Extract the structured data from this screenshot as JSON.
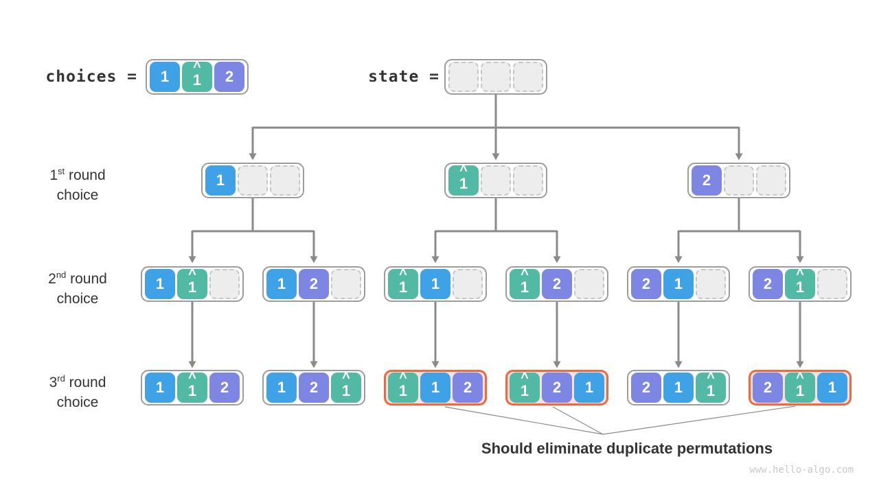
{
  "palette": {
    "blue": "#3fa2e6",
    "teal": "#52b9a4",
    "purple": "#7d86e2",
    "orange": "#f2683c",
    "orange-bg": "#fbe0dc",
    "border-gray": "#9c9c9c",
    "arrow-gray": "#8a8a8a",
    "empty-fill": "#ededed",
    "empty-border": "#c6c6c6",
    "text-dark": "#333333",
    "watermark": "#c9c9c9"
  },
  "glyphs": {
    "hat": "^"
  },
  "header": {
    "choices_label": "choices =",
    "state_label": "state ="
  },
  "choices_array": {
    "cells": [
      {
        "value": "1",
        "color": "blue"
      },
      {
        "value": "1",
        "color": "teal",
        "hat": true
      },
      {
        "value": "2",
        "color": "purple"
      }
    ]
  },
  "state_array": {
    "cells": [
      {
        "color": "empty"
      },
      {
        "color": "empty"
      },
      {
        "color": "empty"
      }
    ]
  },
  "rounds": [
    {
      "ordinal": "1",
      "suffix": "st",
      "rest": " round",
      "line2": "choice"
    },
    {
      "ordinal": "2",
      "suffix": "nd",
      "rest": " round",
      "line2": "choice"
    },
    {
      "ordinal": "3",
      "suffix": "rd",
      "rest": " round",
      "line2": "choice"
    }
  ],
  "tree": {
    "round1": [
      {
        "cells": [
          {
            "value": "1",
            "color": "blue"
          },
          {
            "color": "empty"
          },
          {
            "color": "empty"
          }
        ]
      },
      {
        "cells": [
          {
            "value": "1",
            "color": "teal",
            "hat": true
          },
          {
            "color": "empty"
          },
          {
            "color": "empty"
          }
        ]
      },
      {
        "cells": [
          {
            "value": "2",
            "color": "purple"
          },
          {
            "color": "empty"
          },
          {
            "color": "empty"
          }
        ]
      }
    ],
    "round2": [
      {
        "cells": [
          {
            "value": "1",
            "color": "blue"
          },
          {
            "value": "1",
            "color": "teal",
            "hat": true
          },
          {
            "color": "empty"
          }
        ]
      },
      {
        "cells": [
          {
            "value": "1",
            "color": "blue"
          },
          {
            "value": "2",
            "color": "purple"
          },
          {
            "color": "empty"
          }
        ]
      },
      {
        "cells": [
          {
            "value": "1",
            "color": "teal",
            "hat": true
          },
          {
            "value": "1",
            "color": "blue"
          },
          {
            "color": "empty"
          }
        ]
      },
      {
        "cells": [
          {
            "value": "1",
            "color": "teal",
            "hat": true
          },
          {
            "value": "2",
            "color": "purple"
          },
          {
            "color": "empty"
          }
        ]
      },
      {
        "cells": [
          {
            "value": "2",
            "color": "purple"
          },
          {
            "value": "1",
            "color": "blue"
          },
          {
            "color": "empty"
          }
        ]
      },
      {
        "cells": [
          {
            "value": "2",
            "color": "purple"
          },
          {
            "value": "1",
            "color": "teal",
            "hat": true
          },
          {
            "color": "empty"
          }
        ]
      }
    ],
    "round3": [
      {
        "duplicate": false,
        "cells": [
          {
            "value": "1",
            "color": "blue"
          },
          {
            "value": "1",
            "color": "teal",
            "hat": true
          },
          {
            "value": "2",
            "color": "purple"
          }
        ]
      },
      {
        "duplicate": false,
        "cells": [
          {
            "value": "1",
            "color": "blue"
          },
          {
            "value": "2",
            "color": "purple"
          },
          {
            "value": "1",
            "color": "teal",
            "hat": true
          }
        ]
      },
      {
        "duplicate": true,
        "cells": [
          {
            "value": "1",
            "color": "teal",
            "hat": true
          },
          {
            "value": "1",
            "color": "blue"
          },
          {
            "value": "2",
            "color": "purple"
          }
        ]
      },
      {
        "duplicate": true,
        "cells": [
          {
            "value": "1",
            "color": "teal",
            "hat": true
          },
          {
            "value": "2",
            "color": "purple"
          },
          {
            "value": "1",
            "color": "blue"
          }
        ]
      },
      {
        "duplicate": false,
        "cells": [
          {
            "value": "2",
            "color": "purple"
          },
          {
            "value": "1",
            "color": "blue"
          },
          {
            "value": "1",
            "color": "teal",
            "hat": true
          }
        ]
      },
      {
        "duplicate": true,
        "cells": [
          {
            "value": "2",
            "color": "purple"
          },
          {
            "value": "1",
            "color": "teal",
            "hat": true
          },
          {
            "value": "1",
            "color": "blue"
          }
        ]
      }
    ]
  },
  "annotation": {
    "text": "Should eliminate duplicate permutations"
  },
  "watermark": "www.hello-algo.com"
}
